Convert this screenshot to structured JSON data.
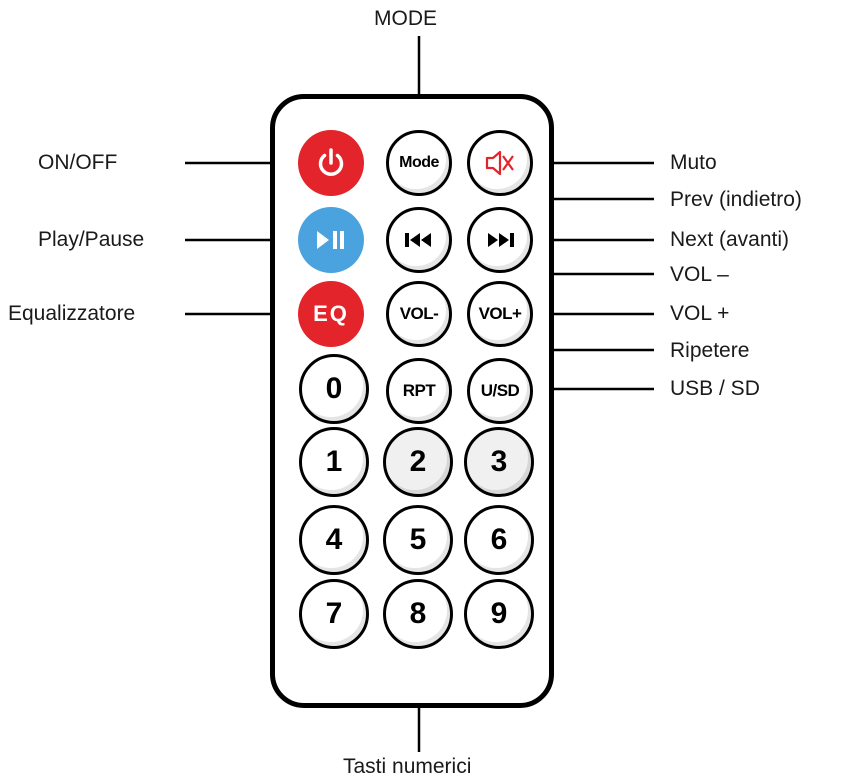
{
  "labels": {
    "mode": "MODE",
    "on_off": "ON/OFF",
    "play_pause": "Play/Pause",
    "equalizer": "Equalizzatore",
    "mute": "Muto",
    "prev": "Prev (indietro)",
    "next": "Next (avanti)",
    "vol_minus": "VOL –",
    "vol_plus": "VOL +",
    "repeat": "Ripetere",
    "usb_sd": "USB / SD",
    "numeric_keys": "Tasti numerici"
  },
  "buttons": {
    "mode": "Mode",
    "eq": "EQ",
    "vol_minus": "VOL-",
    "vol_plus": "VOL+",
    "rpt": "RPT",
    "usb_sd": "U/SD",
    "digits": [
      "0",
      "1",
      "2",
      "3",
      "4",
      "5",
      "6",
      "7",
      "8",
      "9"
    ]
  },
  "colors": {
    "power": "#e3242b",
    "play": "#4aa3df",
    "eq": "#e3242b",
    "mute_icon": "#e3242b"
  },
  "icons": {
    "power": "power-icon",
    "play_pause": "play-pause-icon",
    "mute": "mute-icon",
    "prev": "skip-previous-icon",
    "next": "skip-next-icon"
  }
}
